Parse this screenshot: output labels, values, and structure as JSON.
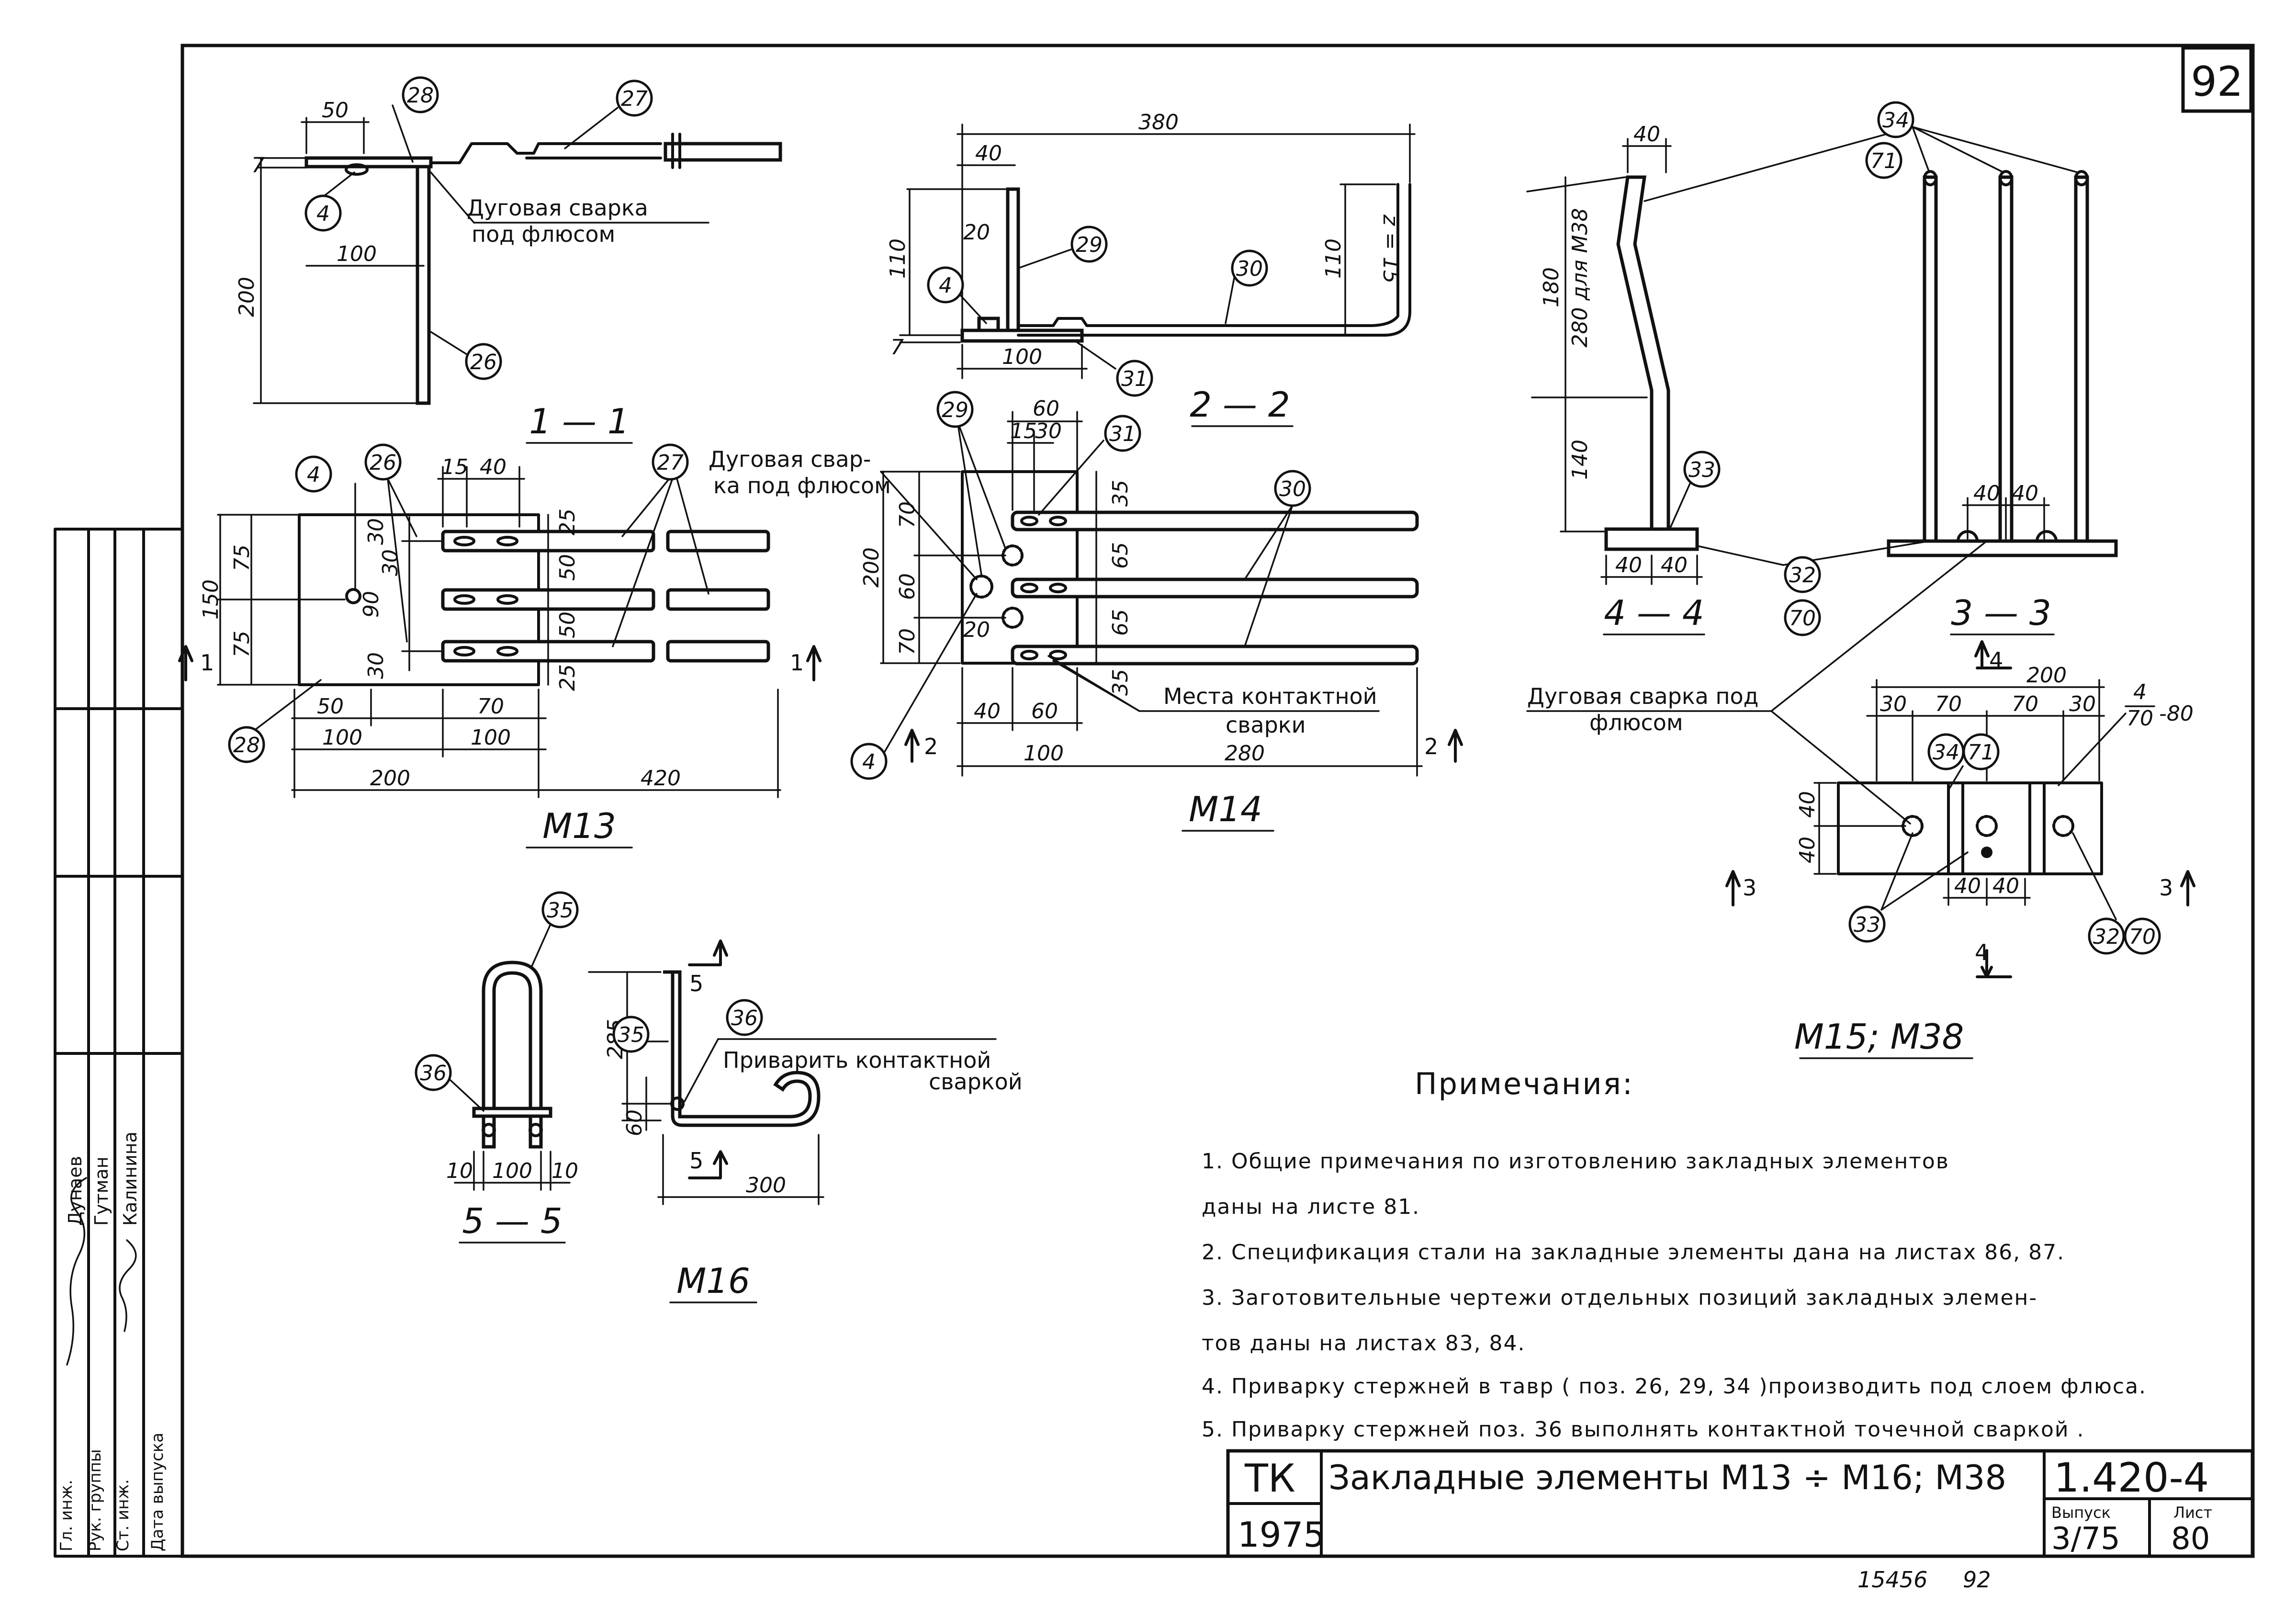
{
  "sheet": {
    "corner_number": "92",
    "bottom_numbers": {
      "left": "15456",
      "right": "92"
    }
  },
  "views": {
    "sec_1_1": {
      "title": "1 — 1",
      "weld_label_line1": "Дуговая   сварка",
      "weld_label_line2": "под   флюсом",
      "dims": [
        "50",
        "7",
        "200",
        "100"
      ],
      "bubbles": [
        "28",
        "27",
        "4",
        "26"
      ]
    },
    "m13": {
      "title": "М13",
      "dims": [
        "15",
        "40",
        "75",
        "150",
        "75",
        "30",
        "30",
        "90",
        "30",
        "25",
        "50",
        "50",
        "25",
        "50",
        "100",
        "70",
        "100",
        "200",
        "420"
      ],
      "bubbles": [
        "4",
        "26",
        "27",
        "28"
      ],
      "cut_label": "1"
    },
    "sec_2_2": {
      "title": "2 — 2",
      "dims": [
        "380",
        "40",
        "110",
        "20",
        "110",
        "z = 15",
        "7",
        "100"
      ],
      "bubbles": [
        "4",
        "29",
        "30",
        "31"
      ]
    },
    "m14": {
      "title": "М14",
      "weld_label_line1": "Дуговая свар-",
      "weld_label_line2": "ка под флюсом",
      "contact_label_line1": "Места   контактной",
      "contact_label_line2": "сварки",
      "dims": [
        "60",
        "15",
        "30",
        "70",
        "200",
        "60",
        "70",
        "35",
        "65",
        "65",
        "35",
        "20",
        "40",
        "60",
        "100",
        "280"
      ],
      "bubbles": [
        "29",
        "31",
        "30",
        "4"
      ],
      "cut_label": "2"
    },
    "sec_4_4": {
      "title": "4 — 4",
      "dims": [
        "40",
        "180",
        "280 для М38",
        "140",
        "40",
        "40"
      ],
      "bubbles": [
        "33"
      ]
    },
    "sec_3_3": {
      "title": "3 — 3",
      "dims": [
        "40",
        "40"
      ],
      "bubbles": [
        "34",
        "71",
        "32",
        "70"
      ]
    },
    "m15": {
      "title": "М15;  М38",
      "weld_label_line1": "Дуговая  сварка под",
      "weld_label_line2": "флюсом",
      "dims": [
        "200",
        "30",
        "70",
        "70",
        "30",
        "40",
        "40",
        "40",
        "40"
      ],
      "fraction": {
        "num": "4",
        "den": "70",
        "suffix": "-80"
      },
      "bubbles": [
        "34",
        "71",
        "33",
        "32",
        "70"
      ],
      "cut_labels": [
        "4",
        "3"
      ]
    },
    "sec_5_5": {
      "title": "5 — 5",
      "dims": [
        "10",
        "100",
        "10"
      ],
      "bubbles": [
        "35",
        "36"
      ]
    },
    "m16": {
      "title": "М16",
      "weld_label_line1": "Приварить   контактной",
      "weld_label_line2": "сваркой",
      "dims": [
        "285",
        "60",
        "300"
      ],
      "bubbles": [
        "35",
        "36"
      ],
      "cut_label": "5"
    }
  },
  "notes": {
    "title": "Примечания:",
    "items": [
      "1.  Общие   примечания   по   изготовлению   закладных элементов",
      "      даны    на  листе  81.",
      "2.  Спецификация  стали на  закладные  элементы  дана   на листах  86, 87.",
      "3.  Заготовительные   чертежи   отдельных   позиций   закладных элемен-",
      "      тов  даны    на  листах    83, 84.",
      "4.  Приварку    стержней   в тавр ( поз. 26, 29, 34 )производить под слоем  флюса.",
      "5.  Приварку  стержней  поз. 36 выполнять  контактной  точечной   сваркой ."
    ]
  },
  "title_block": {
    "org": "ТК",
    "year": "1975",
    "title": "Закладные элементы М13 ÷ М16;  М38",
    "doc_number": "1.420-4",
    "issue_label": "Выпуск",
    "issue_value": "3/75",
    "sheet_label": "Лист",
    "sheet_value": "80"
  },
  "side_stamp": {
    "names": [
      "Дунаев",
      "Гутман",
      "Калинина"
    ],
    "roles": [
      "Гл. инж.",
      "Рук. группы",
      "Ст. инж.",
      "Дата выпуска"
    ]
  }
}
